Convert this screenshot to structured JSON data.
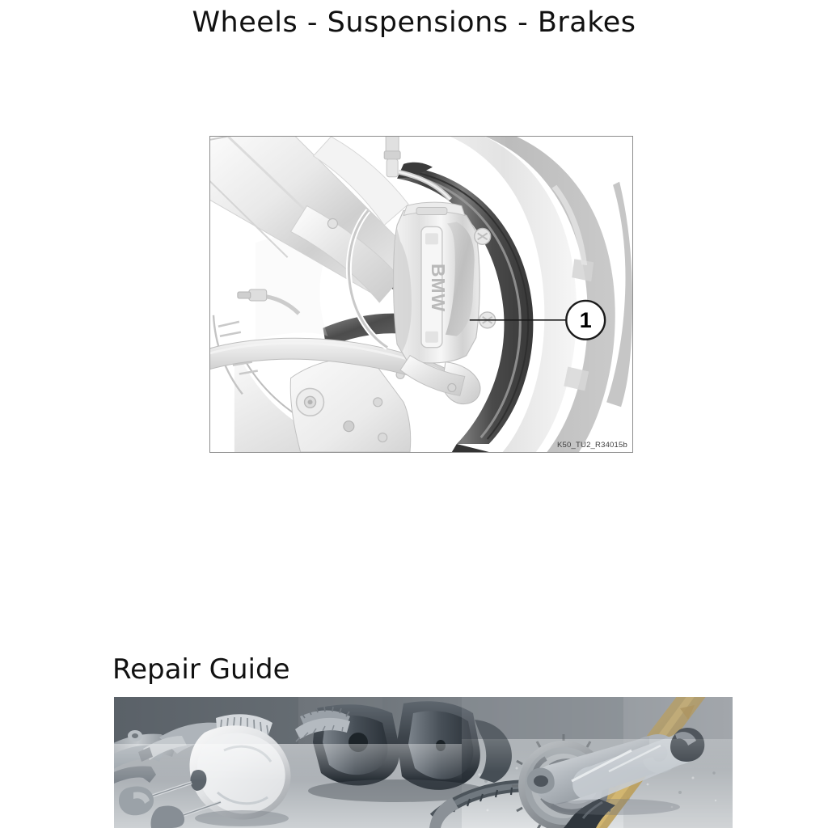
{
  "document": {
    "title": "Wheels - Suspensions - Brakes",
    "background_color": "#ffffff",
    "text_color": "#111111"
  },
  "figure": {
    "name": "front-wheel-brake-assembly",
    "code_label": "K50_TU2_R34015b",
    "border_color": "#8d8d8d",
    "callouts": [
      {
        "number": "1",
        "target": "front wheel rim",
        "circle_color": "#1a1a1a"
      }
    ],
    "components": [
      {
        "name": "fork-tube",
        "label": ""
      },
      {
        "name": "brake-caliper",
        "label": "BMW"
      },
      {
        "name": "brake-disc",
        "label": ""
      },
      {
        "name": "wheel-rim",
        "label": ""
      },
      {
        "name": "tire",
        "label": ""
      },
      {
        "name": "mounting-bracket",
        "label": ""
      },
      {
        "name": "brake-line",
        "label": ""
      }
    ],
    "caliper_branding": "BMW"
  },
  "repair_guide": {
    "heading": "Repair Guide",
    "banner": {
      "name": "engine-parts-and-tools-photo",
      "subjects": [
        "piston",
        "connecting rod",
        "crankshaft",
        "timing gear",
        "wrench",
        "torque wrench"
      ],
      "tone": "grayscale",
      "accent_color": "#c4a45a"
    }
  }
}
